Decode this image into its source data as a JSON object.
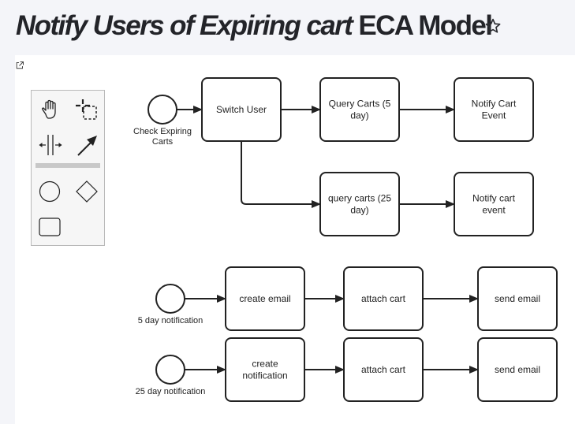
{
  "header": {
    "title_italic": "Notify Users of Expiring cart",
    "title_rest": "ECA Model",
    "star_icon": "star-outline-icon"
  },
  "canvas": {
    "open_external_icon": "external-link-icon"
  },
  "palette": {
    "tools": [
      "hand-tool-icon",
      "lasso-tool-icon",
      "space-tool-icon",
      "connect-tool-icon"
    ],
    "shapes": [
      "start-event-icon",
      "gateway-icon",
      "task-icon"
    ]
  },
  "diagram": {
    "events": [
      {
        "id": "e1",
        "label": [
          "Check Expiring",
          "Carts"
        ]
      },
      {
        "id": "e2",
        "label": [
          "5 day notification"
        ]
      },
      {
        "id": "e3",
        "label": [
          "25 day notification"
        ]
      }
    ],
    "tasks": [
      {
        "id": "t1",
        "label": [
          "Switch User"
        ]
      },
      {
        "id": "t2",
        "label": [
          "Query Carts (5",
          "day)"
        ]
      },
      {
        "id": "t3",
        "label": [
          "Notify Cart",
          "Event"
        ]
      },
      {
        "id": "t4",
        "label": [
          "query carts (25",
          "day)"
        ]
      },
      {
        "id": "t5",
        "label": [
          "Notify cart",
          "event"
        ]
      },
      {
        "id": "t6",
        "label": [
          "create email"
        ]
      },
      {
        "id": "t7",
        "label": [
          "attach cart"
        ]
      },
      {
        "id": "t8",
        "label": [
          "send email"
        ]
      },
      {
        "id": "t9",
        "label": [
          "create",
          "notification"
        ]
      },
      {
        "id": "t10",
        "label": [
          "attach cart"
        ]
      },
      {
        "id": "t11",
        "label": [
          "send email"
        ]
      }
    ],
    "flows": [
      [
        "e1",
        "t1"
      ],
      [
        "t1",
        "t2"
      ],
      [
        "t2",
        "t3"
      ],
      [
        "t1",
        "t4"
      ],
      [
        "t4",
        "t5"
      ],
      [
        "e2",
        "t6"
      ],
      [
        "t6",
        "t7"
      ],
      [
        "t7",
        "t8"
      ],
      [
        "e3",
        "t9"
      ],
      [
        "t9",
        "t10"
      ],
      [
        "t10",
        "t11"
      ]
    ]
  }
}
